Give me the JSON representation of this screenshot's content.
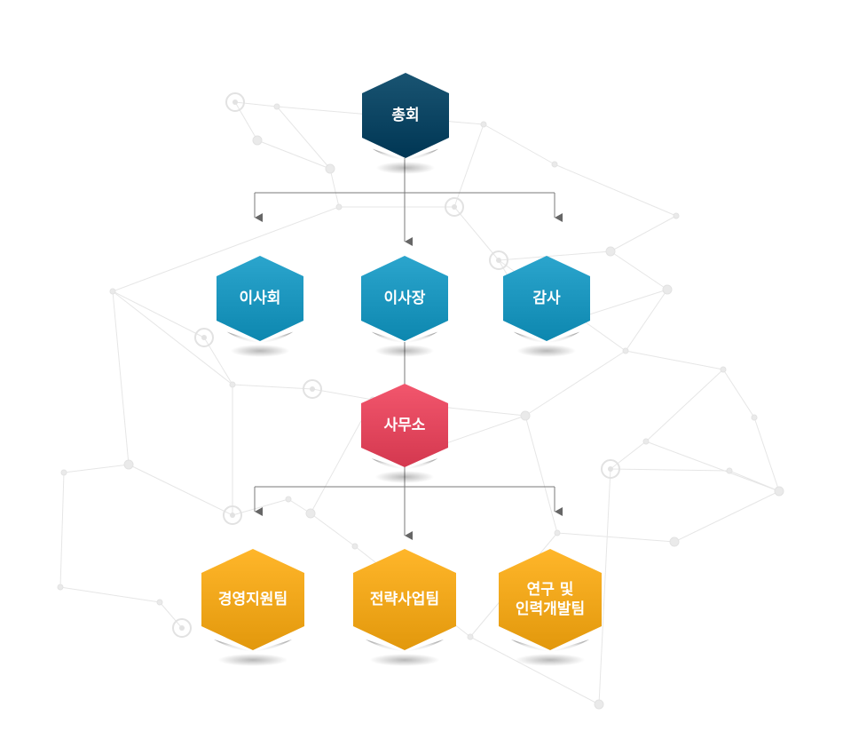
{
  "colors": {
    "navy": "#0b4664",
    "blue": "#1d97bf",
    "red": "#e4485f",
    "gold": "#f2a81c",
    "connector": "#7a7a7a",
    "network": "#e6e6e6",
    "label": "#ffffff"
  },
  "org": {
    "assembly": {
      "label": "총회",
      "color": "navy"
    },
    "board": {
      "label": "이사회",
      "color": "blue"
    },
    "chairman": {
      "label": "이사장",
      "color": "blue"
    },
    "auditor": {
      "label": "감사",
      "color": "blue"
    },
    "office": {
      "label": "사무소",
      "color": "red"
    },
    "management_team": {
      "label": "경영지원팀",
      "color": "gold"
    },
    "strategy_team": {
      "label": "전략사업팀",
      "color": "gold"
    },
    "research_team": {
      "label": "연구 및\n인력개발팀",
      "color": "gold"
    }
  }
}
